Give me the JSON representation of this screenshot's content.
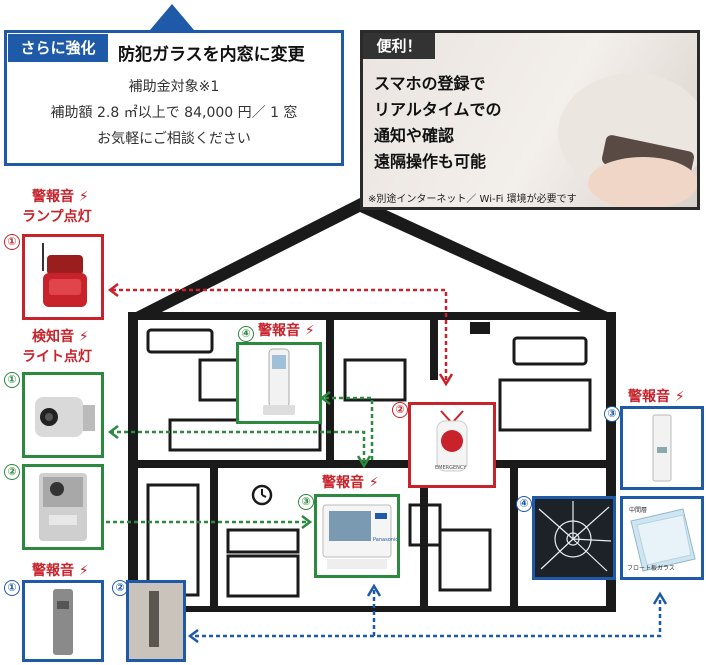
{
  "info": {
    "badge": "さらに強化",
    "title": "防犯ガラスを内窓に変更",
    "line1": "補助金対象※1",
    "line2": "補助額 2.8 ㎡以上で 84,000 円／ 1 窓",
    "line3": "お気軽にご相談ください"
  },
  "convenience": {
    "badge": "便利！",
    "lines": [
      "スマホの登録で",
      "リアルタイムでの",
      "通知や確認",
      "遠隔操作も可能"
    ],
    "note": "※別途インターネット／ Wi-Fi 環境が必要です"
  },
  "labels": {
    "alarm": "警報音",
    "lamp_line1": "警報音",
    "lamp_line2": "ランプ点灯",
    "detect_line1": "検知音",
    "detect_line2": "ライト点灯"
  },
  "numbers": {
    "n1": "①",
    "n2": "②",
    "n3": "③",
    "n4": "④"
  },
  "device_text": {
    "monitor_brand": "Panasonic",
    "glass_label": "フロート板ガラス",
    "glass_gap": "中間層",
    "emergency": "EMERGENCY"
  },
  "colors": {
    "red": "#c8222a",
    "green": "#2b8a3e",
    "blue": "#1e5aa8"
  }
}
